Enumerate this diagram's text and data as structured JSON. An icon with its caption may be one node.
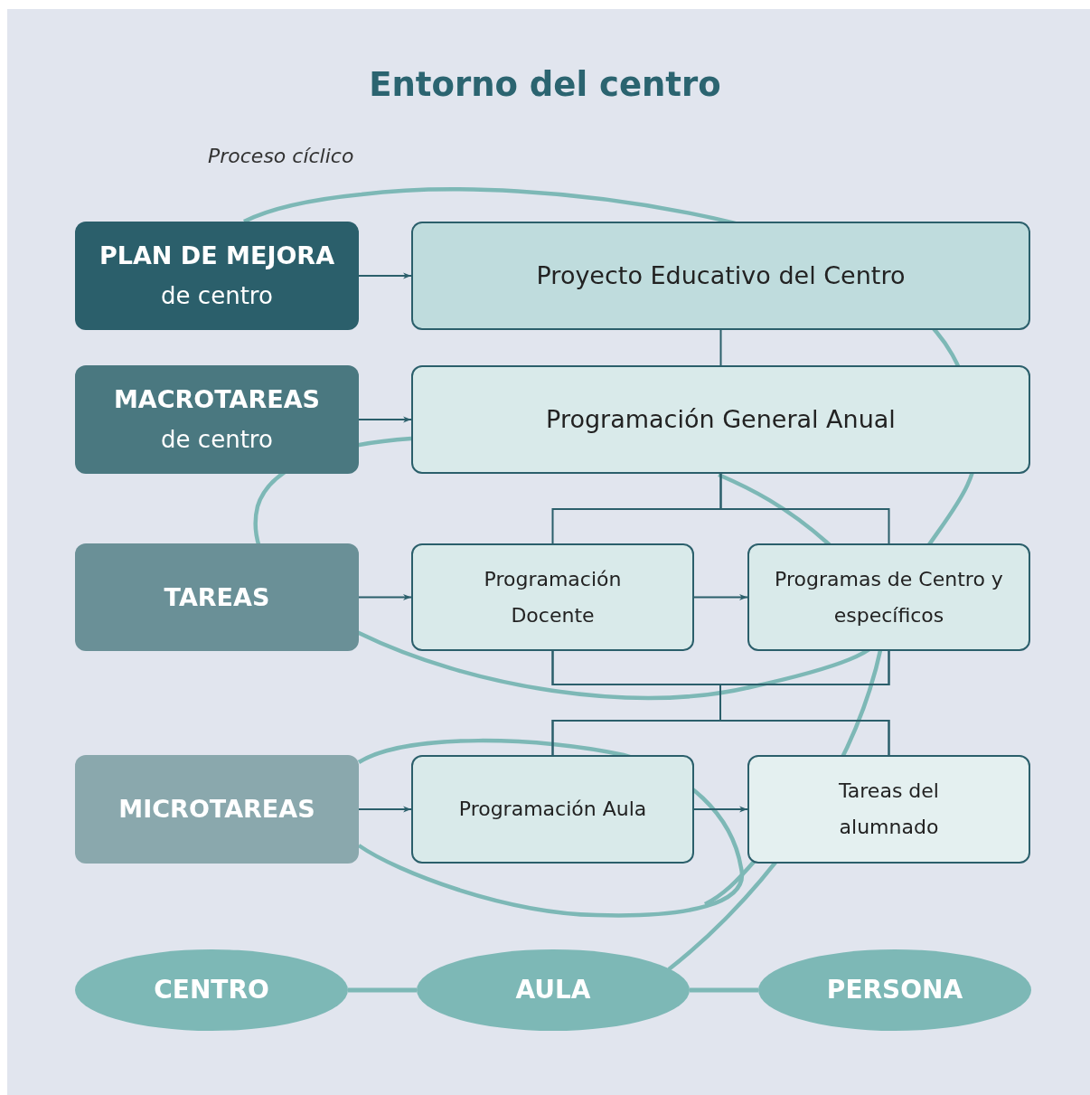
{
  "diagram": {
    "title": "Entorno del centro",
    "nodes": [
      {
        "text": [
          "PLAN DE MEJORA",
          "de centro"
        ]
      },
      {
        "text": [
          "Proyecto Educativo del Centro"
        ]
      },
      {
        "text": [
          "MACROTAREAS",
          "de centro"
        ]
      },
      {
        "text": [
          "Programación General Anual"
        ]
      },
      {
        "text": [
          "TAREAS"
        ]
      },
      {
        "text": [
          "Programación Docente"
        ]
      },
      {
        "text": [
          "Programas de Centro y específicos"
        ]
      },
      {
        "text": [
          "MICROTAREAS"
        ]
      },
      {
        "text": [
          "Programación Aula"
        ]
      },
      {
        "text": [
          "Tareas del alumnado"
        ]
      },
      {
        "text": [
          "CENTRO"
        ]
      },
      {
        "text": [
          "AULA"
        ]
      },
      {
        "text": [
          "PERSONA"
        ]
      }
    ],
    "edges": [
      {
        "from": 0,
        "to": 1,
        "arrow": "to"
      },
      {
        "from": 2,
        "to": 3,
        "arrow": "to"
      },
      {
        "from": 4,
        "to": 5,
        "arrow": "to"
      },
      {
        "from": 5,
        "to": 6,
        "arrow": "to"
      },
      {
        "from": 7,
        "to": 8,
        "arrow": "to"
      },
      {
        "from": 8,
        "to": 9,
        "arrow": "to"
      },
      {
        "from": 1,
        "to": 3,
        "arrow": "none"
      },
      {
        "from": 3,
        "to": 5,
        "arrow": "none"
      },
      {
        "from": 3,
        "to": 6,
        "arrow": "none"
      },
      {
        "from": 5,
        "to": 8,
        "arrow": "none"
      },
      {
        "from": 5,
        "to": 9,
        "arrow": "none"
      },
      {
        "from": 6,
        "to": 8,
        "arrow": "none"
      },
      {
        "from": 6,
        "to": 9,
        "arrow": "none"
      },
      {
        "from": 8,
        "to": 9,
        "arrow": "none"
      },
      {
        "from": 10,
        "to": 11,
        "arrow": "none",
        "style": "thick",
        "color": "#7db8b6"
      },
      {
        "from": 11,
        "to": 12,
        "arrow": "none",
        "style": "thick",
        "color": "#7db8b6"
      }
    ],
    "labels": [
      "Proceso cíclico"
    ]
  }
}
